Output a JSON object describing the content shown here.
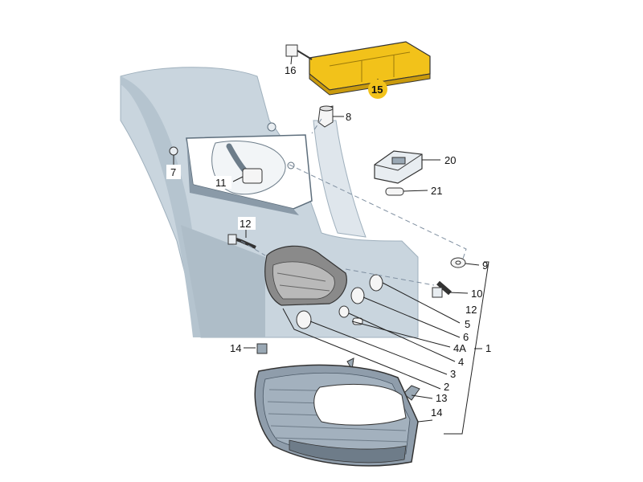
{
  "colors": {
    "body_panel": "#c9d5de",
    "body_shade": "#a9b8c4",
    "body_dark": "#8a9aa8",
    "highlight": "#f2c21a",
    "part_fill": "#f5f5f5",
    "outline": "#333333"
  },
  "labels": {
    "p16": "16",
    "p15": "15",
    "p8": "8",
    "p7": "7",
    "p11": "11",
    "p20": "20",
    "p21": "21",
    "p12a": "12",
    "p9": "9",
    "p10": "10",
    "p12b": "12",
    "p5": "5",
    "p6": "6",
    "p4a": "4A",
    "p4": "4",
    "p3": "3",
    "p2": "2",
    "p1": "1",
    "p14a": "14",
    "p13": "13",
    "p14b": "14"
  }
}
